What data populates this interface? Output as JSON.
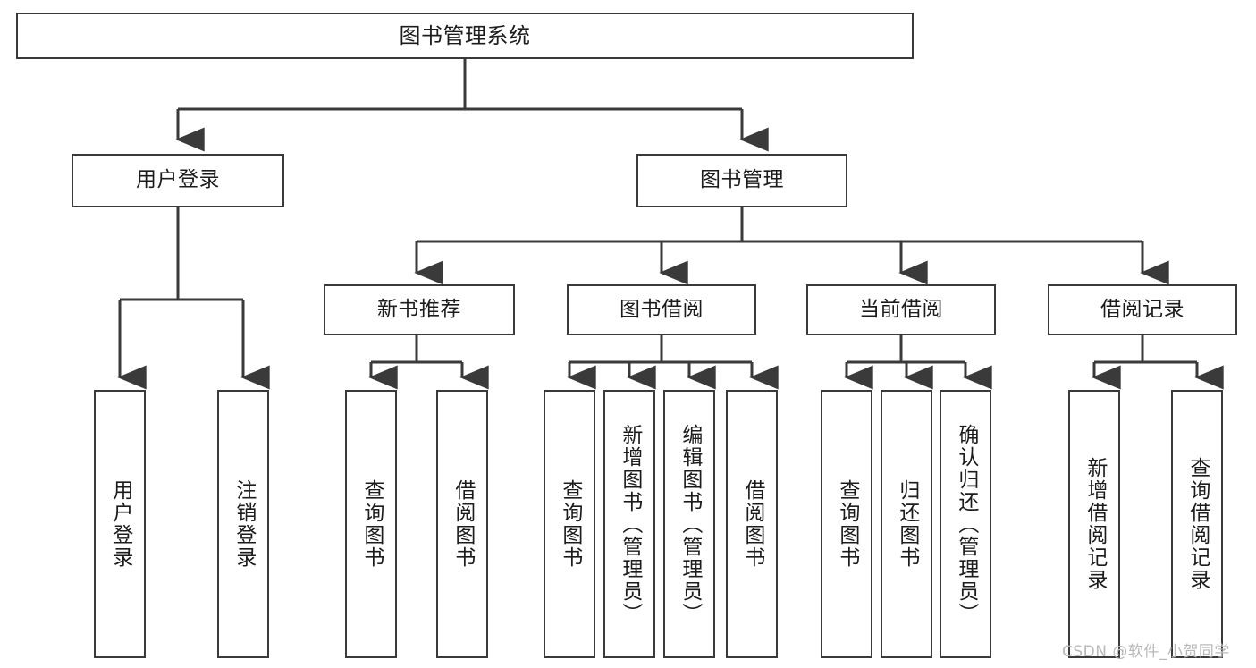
{
  "diagram": {
    "title": "图书管理系统",
    "type": "tree-hierarchy",
    "watermark": "CSDN @软件_小贺同学",
    "stroke_color": "#3a3a3a",
    "text_color": "#1c1c1c",
    "background_color": "#ffffff",
    "watermark_color": "#b9b9b9"
  },
  "nodes": {
    "root": {
      "label": "图书管理系统",
      "level": 1
    },
    "l2": [
      {
        "id": "user-login",
        "label": "用户登录",
        "level": 2
      },
      {
        "id": "book-manage",
        "label": "图书管理",
        "level": 2
      }
    ],
    "l3": [
      {
        "id": "new-book-rec",
        "label": "新书推荐",
        "level": 3,
        "parent": "book-manage"
      },
      {
        "id": "book-borrow",
        "label": "图书借阅",
        "level": 3,
        "parent": "book-manage"
      },
      {
        "id": "current-borrow",
        "label": "当前借阅",
        "level": 3,
        "parent": "book-manage"
      },
      {
        "id": "borrow-record",
        "label": "借阅记录",
        "level": 3,
        "parent": "book-manage"
      }
    ],
    "leaves": [
      {
        "id": "leaf-user-login",
        "label": "用户登录",
        "parent": "user-login"
      },
      {
        "id": "leaf-logout-login",
        "label": "注销登录",
        "parent": "user-login"
      },
      {
        "id": "leaf-query-book-1",
        "label": "查询图书",
        "parent": "new-book-rec"
      },
      {
        "id": "leaf-borrow-book-1",
        "label": "借阅图书",
        "parent": "new-book-rec"
      },
      {
        "id": "leaf-query-book-2",
        "label": "查询图书",
        "parent": "book-borrow"
      },
      {
        "id": "leaf-add-book",
        "label": "新增图书（管理员）",
        "parent": "book-borrow"
      },
      {
        "id": "leaf-edit-book",
        "label": "编辑图书（管理员）",
        "parent": "book-borrow"
      },
      {
        "id": "leaf-borrow-book-2",
        "label": "借阅图书",
        "parent": "book-borrow"
      },
      {
        "id": "leaf-query-book-3",
        "label": "查询图书",
        "parent": "current-borrow"
      },
      {
        "id": "leaf-return-book",
        "label": "归还图书",
        "parent": "current-borrow"
      },
      {
        "id": "leaf-confirm-return",
        "label": "确认归还（管理员）",
        "parent": "current-borrow"
      },
      {
        "id": "leaf-add-record",
        "label": "新增借阅记录",
        "parent": "borrow-record"
      },
      {
        "id": "leaf-query-record",
        "label": "查询借阅记录",
        "parent": "borrow-record"
      }
    ]
  }
}
